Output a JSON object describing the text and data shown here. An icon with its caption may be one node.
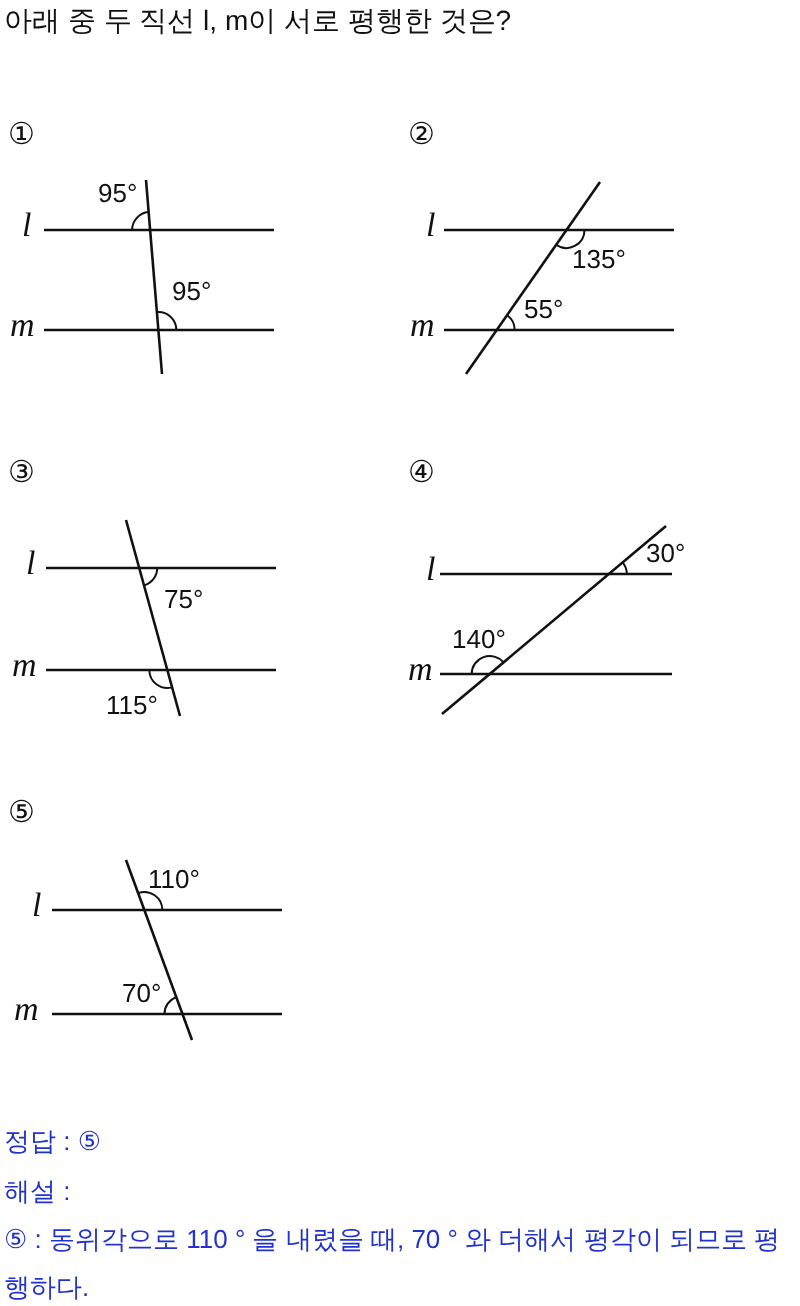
{
  "diagram": {
    "title": "아래 중 두 직선 l, m이 서로 평행한 것은?",
    "labels": [
      "①",
      "95°",
      "l",
      "95°",
      "m",
      "②",
      "l",
      "135°",
      "55°",
      "m",
      "③",
      "l",
      "75°",
      "m",
      "115°",
      "④",
      "30°",
      "l",
      "140°",
      "m",
      "⑤",
      "110°",
      "l",
      "70°",
      "m",
      "정답 : ⑤",
      "해설 :",
      "⑤ : 동위각으로 110 ° 을 내렸을 때, 70 ° 와 더해서 평각이 되므로 평행하다."
    ]
  }
}
